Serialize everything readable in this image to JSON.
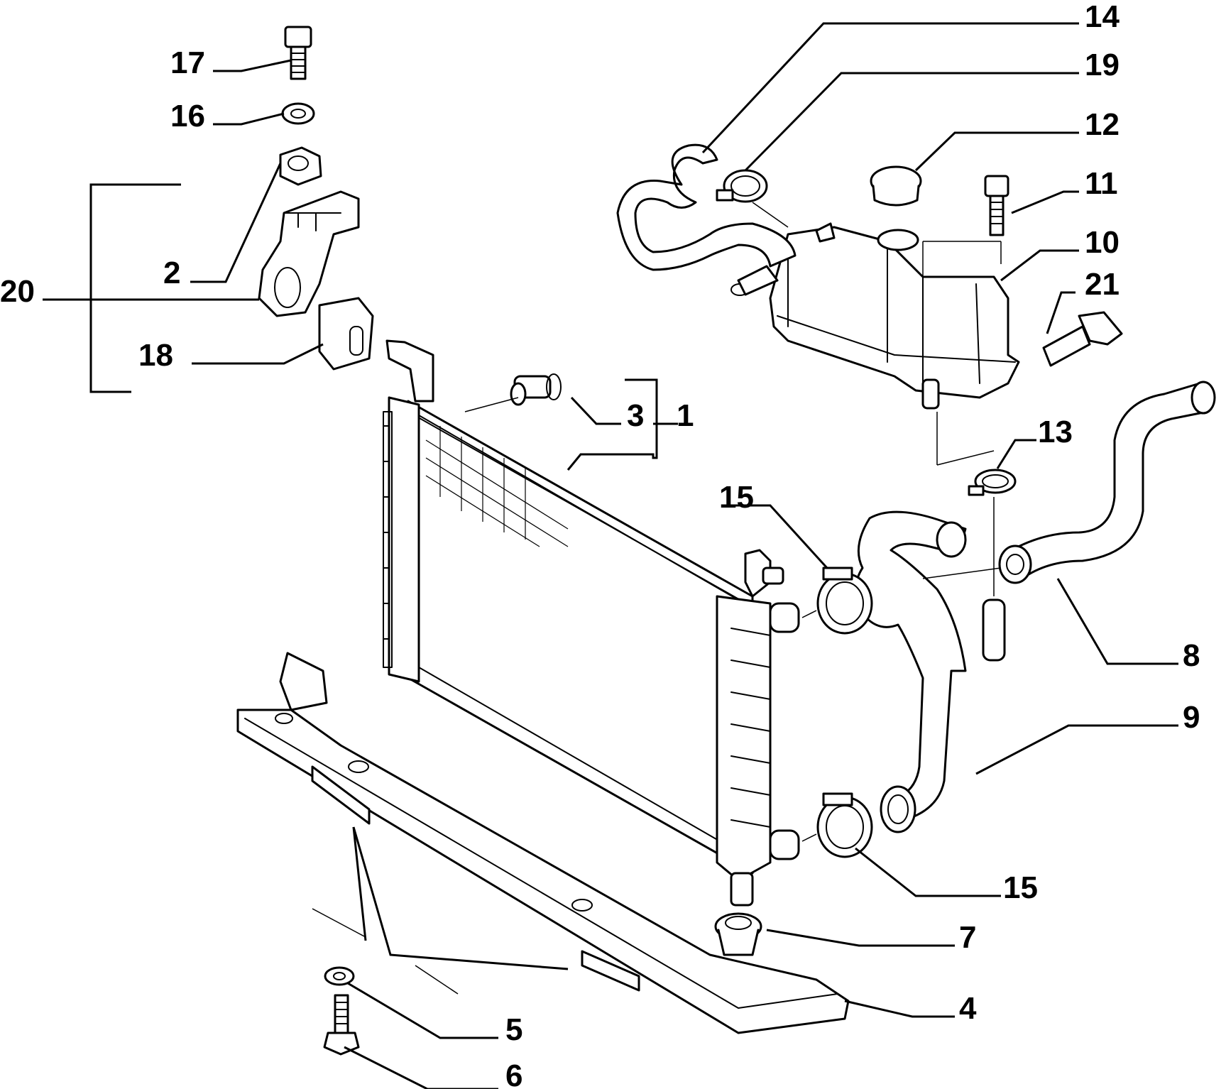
{
  "diagram": {
    "callouts": [
      {
        "id": "c1",
        "text": "1"
      },
      {
        "id": "c2",
        "text": "2"
      },
      {
        "id": "c3",
        "text": "3"
      },
      {
        "id": "c4",
        "text": "4"
      },
      {
        "id": "c5",
        "text": "5"
      },
      {
        "id": "c6",
        "text": "6"
      },
      {
        "id": "c7",
        "text": "7"
      },
      {
        "id": "c8",
        "text": "8"
      },
      {
        "id": "c9",
        "text": "9"
      },
      {
        "id": "c10",
        "text": "10"
      },
      {
        "id": "c11",
        "text": "11"
      },
      {
        "id": "c12",
        "text": "12"
      },
      {
        "id": "c13",
        "text": "13"
      },
      {
        "id": "c14",
        "text": "14"
      },
      {
        "id": "c15a",
        "text": "15"
      },
      {
        "id": "c15b",
        "text": "15"
      },
      {
        "id": "c16",
        "text": "16"
      },
      {
        "id": "c17",
        "text": "17"
      },
      {
        "id": "c18",
        "text": "18"
      },
      {
        "id": "c19",
        "text": "19"
      },
      {
        "id": "c20",
        "text": "20"
      },
      {
        "id": "c21",
        "text": "21"
      }
    ]
  }
}
